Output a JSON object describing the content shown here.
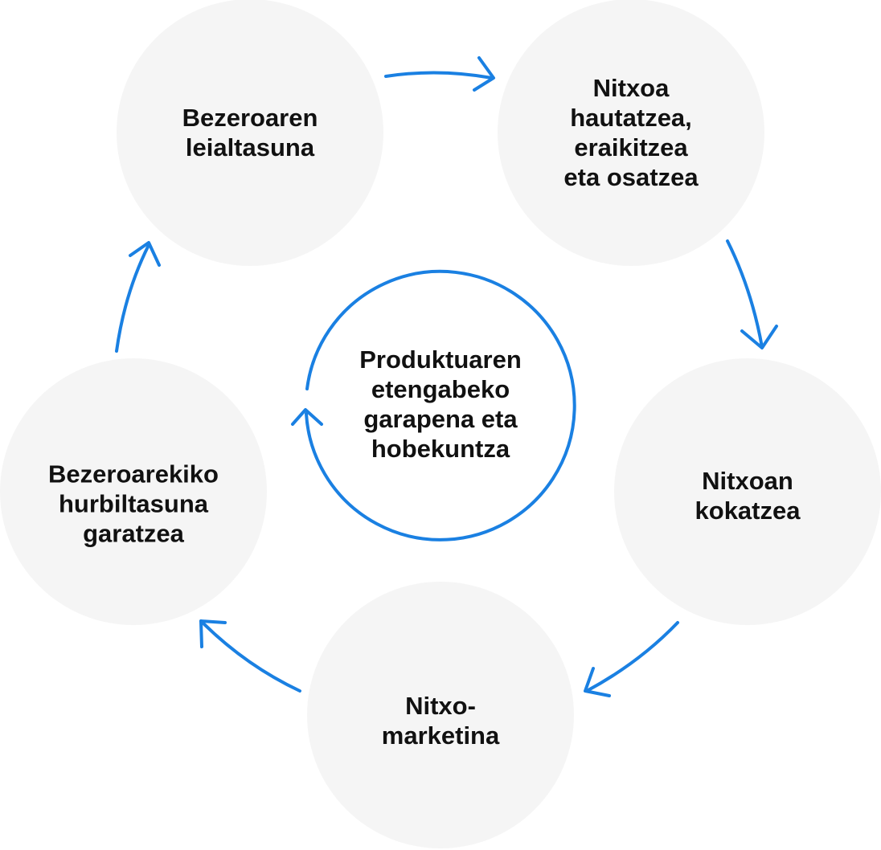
{
  "colors": {
    "circle_fill": "#f5f5f5",
    "accent": "#1a80e2",
    "text": "#111111"
  },
  "center": {
    "label": "Produktuaren\netengabeko\ngarapena eta\nhobekuntza"
  },
  "stages": [
    {
      "label": "Bezeroaren\nleialtasuna"
    },
    {
      "label": "Nitxoa\nhautatzea,\neraikitzea\neta osatzea"
    },
    {
      "label": "Nitxoan\nkokatzea"
    },
    {
      "label": "Nitxo-\nmarketina"
    },
    {
      "label": "Bezeroarekiko\nhurbiltasuna\ngaratzea"
    }
  ]
}
